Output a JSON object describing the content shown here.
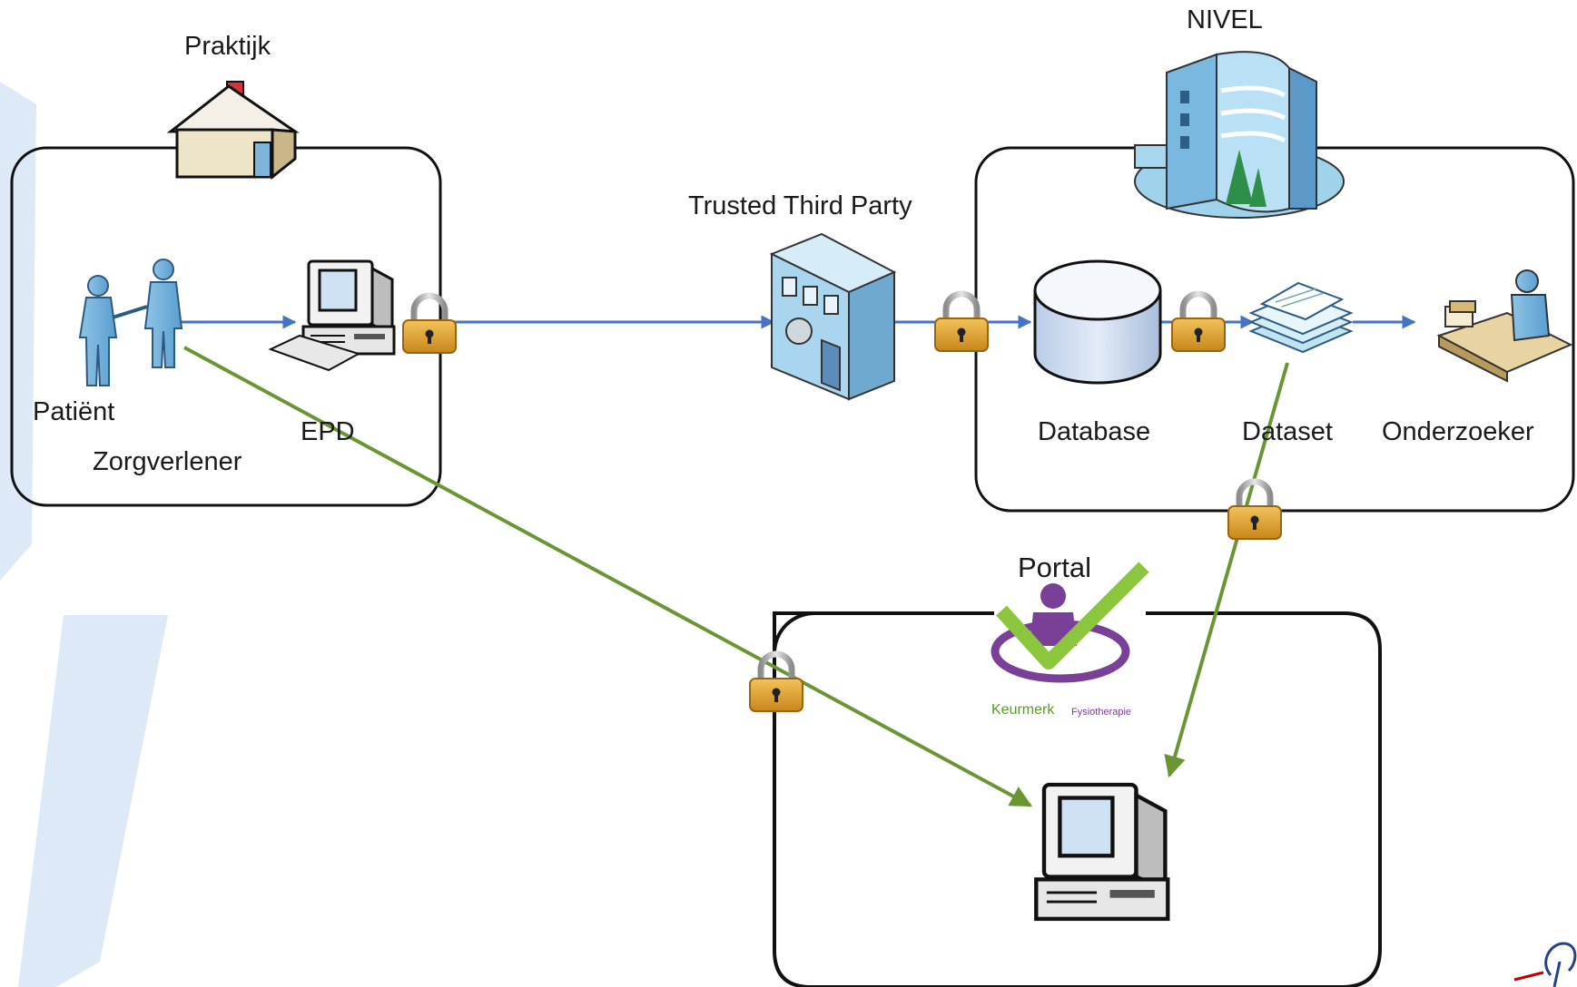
{
  "labels": {
    "praktijk": "Praktijk",
    "nivel": "NIVEL",
    "ttp": "Trusted Third Party",
    "patient": "Patiënt",
    "zorgverlener": "Zorgverlener",
    "epd": "EPD",
    "database": "Database",
    "dataset": "Dataset",
    "onderzoeker": "Onderzoeker",
    "portal": "Portal"
  },
  "logo": {
    "keurmerk": "Keurmerk",
    "fysiotherapie": "Fysiotherapie"
  },
  "icons": {
    "house": "house-icon",
    "handshake": "handshake-icon",
    "computer": "computer-icon",
    "vault": "vault-building-icon",
    "nivel": "office-building-icon",
    "database": "database-icon",
    "dataset": "dataset-icon",
    "researcher": "researcher-icon",
    "lock": "padlock-icon",
    "keurmerk": "keurmerk-logo"
  },
  "colors": {
    "blue_flow": "#4472c4",
    "green_flow": "#6b9535",
    "box_border": "#111111",
    "lock_gold": "#d9a033",
    "bg_stripe": "#dde9f7"
  }
}
